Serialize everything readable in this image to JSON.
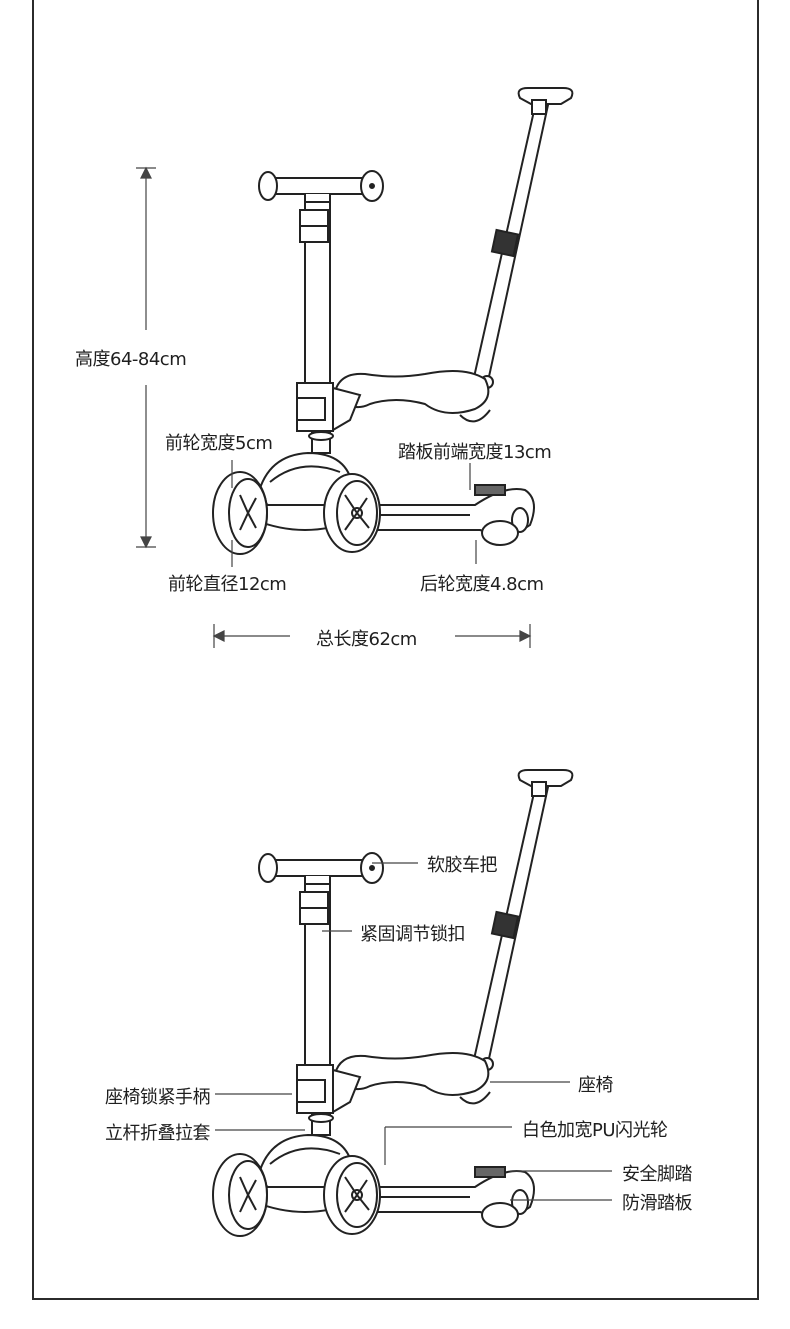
{
  "dimensions": {
    "height": "高度64-84cm",
    "front_wheel_width": "前轮宽度5cm",
    "deck_front_width": "踏板前端宽度13cm",
    "front_wheel_diameter": "前轮直径12cm",
    "rear_wheel_width": "后轮宽度4.8cm",
    "total_length": "总长度62cm"
  },
  "parts": {
    "soft_grip": "软胶车把",
    "adjust_lock": "紧固调节锁扣",
    "seat": "座椅",
    "seat_lock_handle": "座椅锁紧手柄",
    "fold_sleeve": "立杆折叠拉套",
    "pu_flash_wheel": "白色加宽PU闪光轮",
    "safety_pedal": "安全脚踏",
    "antislip_deck": "防滑踏板"
  }
}
